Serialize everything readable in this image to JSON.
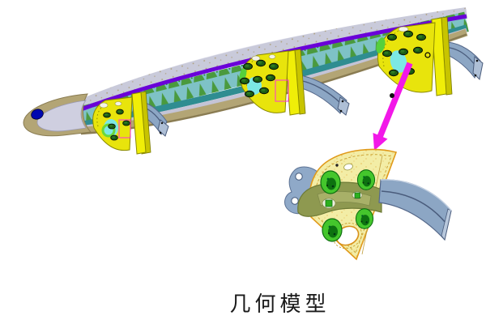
{
  "figure": {
    "caption": "几何模型"
  },
  "parts": {
    "assembly": "wing-slat-assembly",
    "stations": [
      "rib-station-1",
      "rib-station-2",
      "rib-station-3"
    ],
    "tracks": [
      "slat-track-1",
      "slat-track-2",
      "slat-track-3"
    ],
    "callout": "detail-callout-arrow",
    "detail": "rib-track-fitting-detail"
  },
  "colors": {
    "background": "#ffffff",
    "skin_lavender": "#c9cada",
    "skin_highlight": "#e6e6f0",
    "spar_stripe_purple": "#6a00d8",
    "band_teal": "#7ec2c6",
    "band_teal_dark": "#2f8d91",
    "band_lavender": "#c4c4d6",
    "lower_edge_khaki": "#b3a575",
    "lower_edge_dark": "#8a7c52",
    "rib_fin_green": "#4a9a3e",
    "rib_plate_yellow": "#e8e40c",
    "plate_edge_olive": "#8a8a00",
    "fastener_green": "#1c5c14",
    "track_blue": "#8ca6c4",
    "track_edge": "#55688a",
    "callout_magenta": "#f218e8",
    "detail_plate_cream": "#f3eda6",
    "detail_border_orange": "#e09a1a",
    "boss_green": "#44c62c",
    "boss_core_green": "#0d7210",
    "overlap_olive": "#8e9950",
    "nose_hole_blue": "#0008b0",
    "cyan_patch": "#7ce8e4"
  }
}
